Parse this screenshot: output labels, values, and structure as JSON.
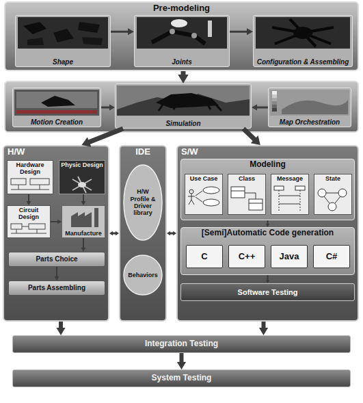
{
  "diagram": {
    "nodes": [
      {
        "text": [
          "Pre-modeling"
        ]
      },
      {
        "text": [
          "Shape"
        ],
        "in": 0
      },
      {
        "text": [
          "Joints"
        ],
        "in": 0
      },
      {
        "text": [
          "Configuration & Assembling"
        ],
        "in": 0
      },
      {
        "text": [
          "Motion Creation"
        ]
      },
      {
        "text": [
          "Simulation"
        ]
      },
      {
        "text": [
          "Map Orchestration"
        ]
      },
      {
        "text": [
          "H/W"
        ]
      },
      {
        "text": [
          "Hardware Design"
        ],
        "in": 7
      },
      {
        "text": [
          "Physic Design"
        ],
        "in": 7
      },
      {
        "text": [
          "Circuit Design"
        ],
        "in": 7
      },
      {
        "text": [
          "Manufacture"
        ],
        "in": 7
      },
      {
        "text": [
          "Parts Choice"
        ],
        "in": 7
      },
      {
        "text": [
          "Parts Assembling"
        ],
        "in": 7
      },
      {
        "text": [
          "IDE"
        ]
      },
      {
        "text": [
          "H/W Profile & Driver library"
        ],
        "in": 14
      },
      {
        "text": [
          "Behaviors"
        ],
        "in": 14
      },
      {
        "text": [
          "S/W"
        ]
      },
      {
        "text": [
          "Modeling"
        ],
        "in": 17
      },
      {
        "text": [
          "Use Case"
        ],
        "in": 18
      },
      {
        "text": [
          "Class"
        ],
        "in": 18
      },
      {
        "text": [
          "Message"
        ],
        "in": 18
      },
      {
        "text": [
          "State"
        ],
        "in": 18
      },
      {
        "text": [
          "[Semi]Automatic Code generation"
        ],
        "in": 17
      },
      {
        "text": [
          "C"
        ],
        "in": 23
      },
      {
        "text": [
          "C++"
        ],
        "in": 23
      },
      {
        "text": [
          "Java"
        ],
        "in": 23
      },
      {
        "text": [
          "C#"
        ],
        "in": 23
      },
      {
        "text": [
          "Software Testing"
        ],
        "in": 17
      },
      {
        "text": [
          "Integration Testing"
        ]
      },
      {
        "text": [
          "System Testing"
        ]
      }
    ],
    "edges": [
      {
        "from": 1,
        "to": 2,
        "arrow": "to"
      },
      {
        "from": 2,
        "to": 3,
        "arrow": "to"
      },
      {
        "from": 0,
        "to": 5,
        "arrow": "to"
      },
      {
        "from": 4,
        "to": 5,
        "arrow": "to"
      },
      {
        "from": 6,
        "to": 5,
        "arrow": "to"
      },
      {
        "from": 5,
        "to": 7,
        "arrow": "to"
      },
      {
        "from": 5,
        "to": 17,
        "arrow": "to"
      },
      {
        "from": 8,
        "to": 10,
        "arrow": "to"
      },
      {
        "from": 9,
        "to": 11,
        "arrow": "to"
      },
      {
        "from": 10,
        "to": 11,
        "arrow": "to"
      },
      {
        "from": 11,
        "to": 12,
        "arrow": "to"
      },
      {
        "from": 12,
        "to": 13,
        "arrow": "to"
      },
      {
        "from": 7,
        "to": 14,
        "arrow": "both"
      },
      {
        "from": 14,
        "to": 17,
        "arrow": "both"
      },
      {
        "from": 18,
        "to": 23,
        "arrow": "to"
      },
      {
        "from": 23,
        "to": 28,
        "arrow": "to"
      },
      {
        "from": 7,
        "to": 29,
        "arrow": "to"
      },
      {
        "from": 17,
        "to": 29,
        "arrow": "to"
      },
      {
        "from": 29,
        "to": 30,
        "arrow": "to"
      }
    ]
  }
}
